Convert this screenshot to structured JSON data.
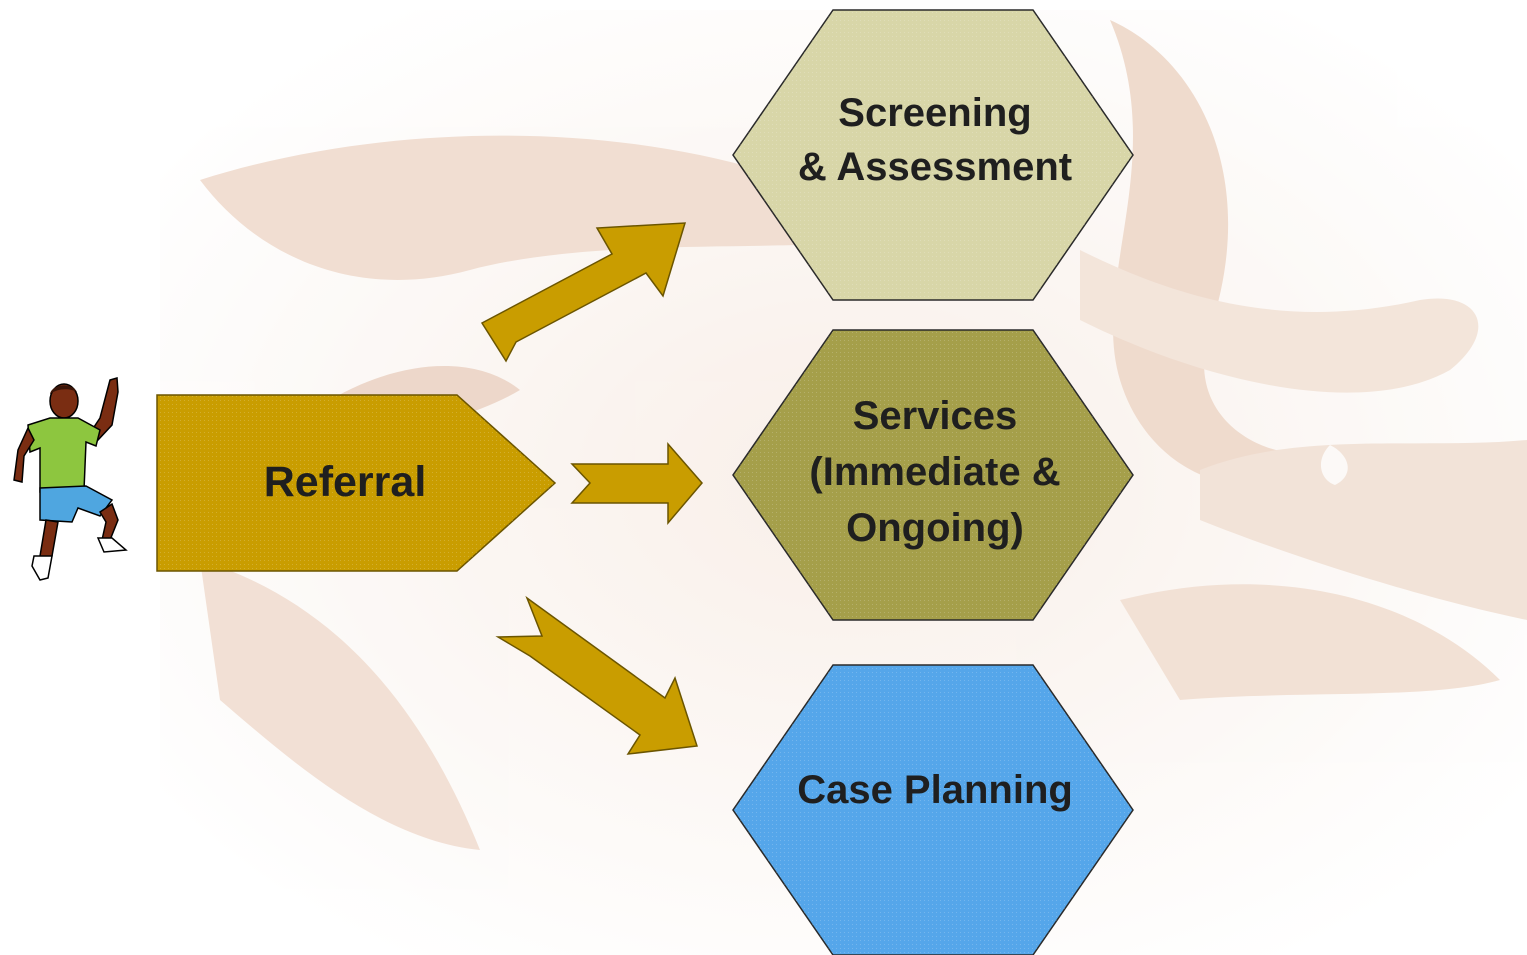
{
  "diagram": {
    "source": {
      "label": "Referral",
      "color": "#c99d00"
    },
    "targets": [
      {
        "label": "Screening\n& Assessment",
        "color": "#d8d6a8"
      },
      {
        "label": "Services\n(Immediate &\nOngoing)",
        "color": "#a59f4a"
      },
      {
        "label": "Case Planning",
        "color": "#55a6ea"
      }
    ],
    "arrow_color": "#c99d00",
    "figure_icon": "running-person-icon"
  }
}
